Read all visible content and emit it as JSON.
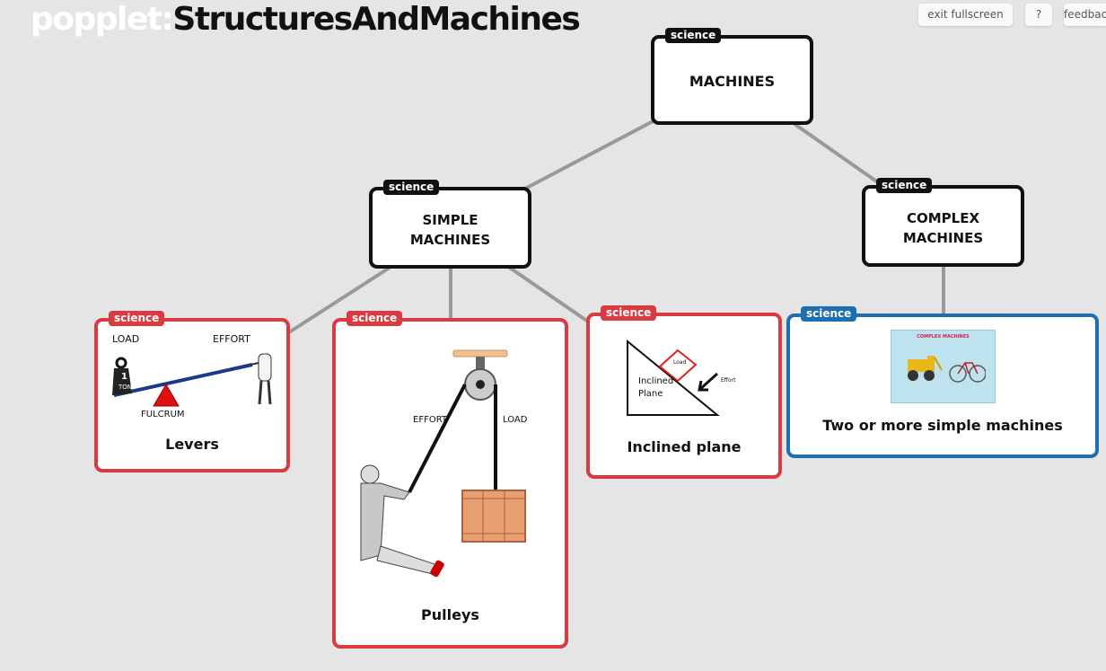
{
  "app": {
    "logo": "popplet:",
    "board_title": "StructuresAndMachines"
  },
  "toolbar": {
    "exit_fullscreen": "exit fullscreen",
    "help": "?",
    "feedback": "feedback"
  },
  "tag_label": "science",
  "colors": {
    "black": "#111111",
    "red": "#d93b40",
    "blue": "#1e6fb2",
    "background": "#e5e5e5",
    "connector": "#999999"
  },
  "popples": {
    "machines": {
      "title": "MACHINES"
    },
    "simple": {
      "title": "SIMPLE\nMACHINES"
    },
    "complex": {
      "title": "COMPLEX\nMACHINES"
    },
    "levers": {
      "caption": "Levers",
      "labels": {
        "load": "LOAD",
        "effort": "EFFORT",
        "fulcrum": "FULCRUM",
        "weight_top": "1",
        "weight_bottom": "TON"
      }
    },
    "pulleys": {
      "caption": "Pulleys",
      "labels": {
        "effort": "EFFORT",
        "load": "LOAD"
      }
    },
    "inclined": {
      "caption": "Inclined plane",
      "labels": {
        "plane": "Inclined\nPlane",
        "load": "Load",
        "effort": "Effort"
      }
    },
    "complex_item": {
      "caption": "Two or more simple machines",
      "thumb_title": "COMPLEX MACHINES"
    }
  }
}
